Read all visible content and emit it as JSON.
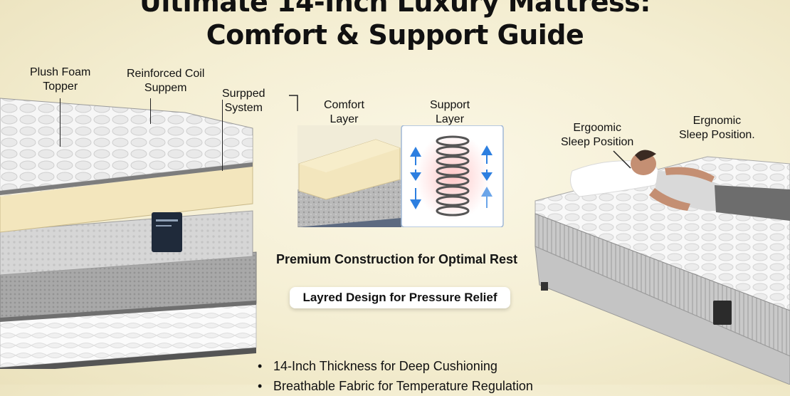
{
  "title": {
    "line1": "Ultimate 14-Inch Luxury Mattress:",
    "line2": "Comfort & Support Guide"
  },
  "callouts": {
    "plush_foam_topper": [
      "Plush Foam",
      "Topper"
    ],
    "reinforced_coil": [
      "Reinforced Coil",
      "Suppem"
    ],
    "supported_system": [
      "Surpped",
      "System"
    ],
    "comfort_layer": [
      "Comfort",
      "Layer"
    ],
    "support_layer": [
      "Support",
      "Layer"
    ],
    "ergonomic_1": [
      "Ergoomic",
      "Sleep Position"
    ],
    "ergonomic_2": [
      "Ergnomic",
      "Sleep Position."
    ]
  },
  "captions": {
    "construction": "Premium Construction for Optimal Rest",
    "layered": "Layred Design for Pressure Relief"
  },
  "bullets": [
    "14-Inch Thickness for Deep Cushioning",
    "Breathable Fabric for Temperature Regulation"
  ],
  "colors": {
    "background": "#f6f0d8",
    "foam": "#f3e6bd",
    "quilt": "#f7f7f7",
    "grey_layer": "#8d8d8d",
    "arrow_blue": "#2d7fe0",
    "coil": "#555555"
  },
  "icons": [
    "arrow-up-icon",
    "arrow-down-icon",
    "coil-spring-icon"
  ]
}
